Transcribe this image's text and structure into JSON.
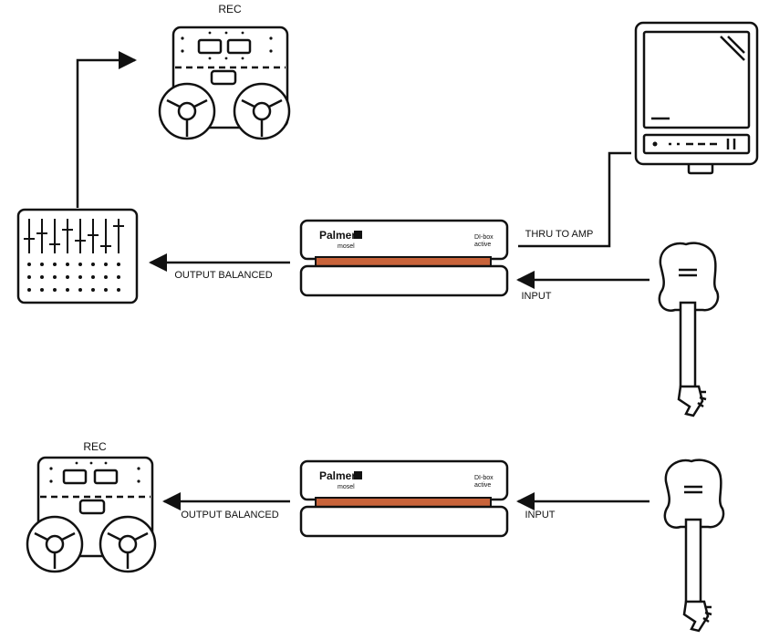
{
  "labels": {
    "rec_top": "REC",
    "rec_bottom": "REC",
    "output_top": "OUTPUT BALANCED",
    "output_bottom": "OUTPUT BALANCED",
    "input_top": "INPUT",
    "input_bottom": "INPUT",
    "thru": "THRU TO AMP"
  },
  "di_box": {
    "brand": "Palmer",
    "model_line1": "DI-box",
    "model_line2": "active",
    "sub": "mosel",
    "accent_color": "#c8633a"
  }
}
